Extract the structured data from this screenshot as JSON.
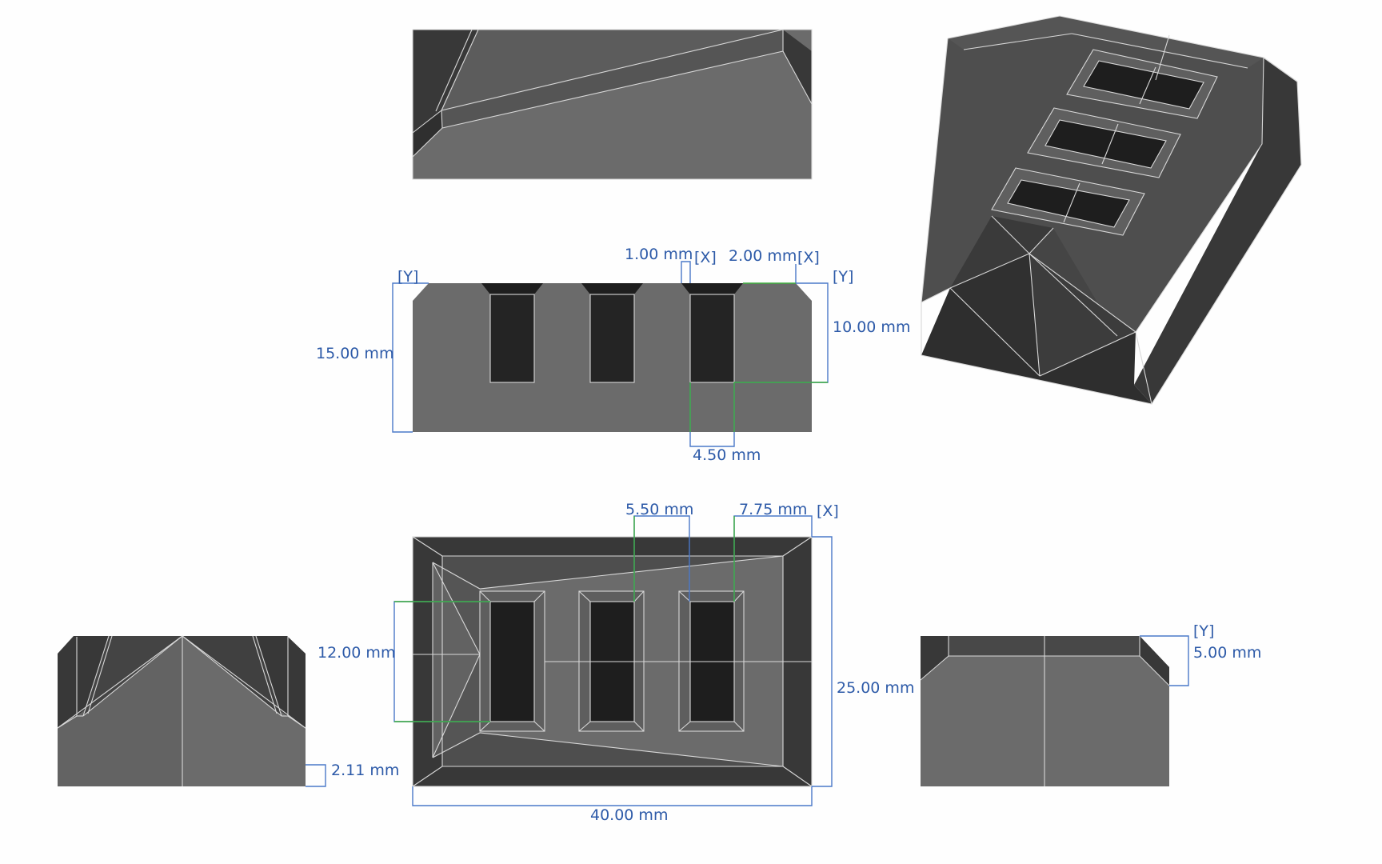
{
  "colors": {
    "face_light": "#6b6b6b",
    "face_mid": "#4e4e4e",
    "face_dark": "#383838",
    "face_darker": "#2a2a2a",
    "hole": "#1c1c1c",
    "edge": "#d8d8d8",
    "dimension": "#2d5aa8",
    "reference": "#3fae3f",
    "background": "#fefefe"
  },
  "dimensions": {
    "front_x_gap": "1.00 mm",
    "front_x_gap_tag": "[X]",
    "front_x_offset": "2.00 mm",
    "front_x_offset_tag": "[X]",
    "front_left_tag": "[Y]",
    "front_right_tag": "[Y]",
    "front_height": "15.00 mm",
    "front_slot_depth": "10.00 mm",
    "front_slot_width": "4.50 mm",
    "top_slot_spacing": "5.50 mm",
    "top_edge_offset": "7.75 mm",
    "top_x_tag": "[X]",
    "top_slot_length": "12.00 mm",
    "top_depth": "25.00 mm",
    "top_width": "40.00 mm",
    "left_base": "2.11 mm",
    "right_tag": "[Y]",
    "right_height": "5.00 mm"
  }
}
